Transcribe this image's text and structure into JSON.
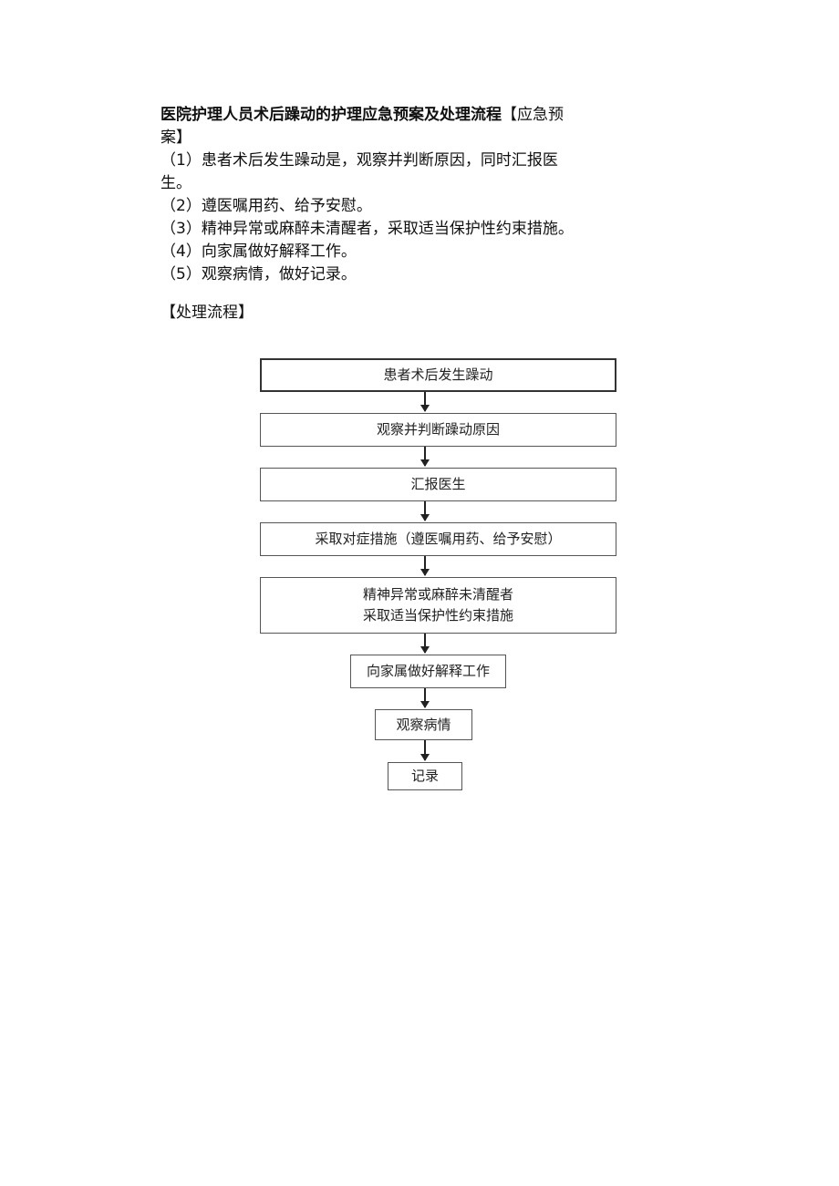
{
  "document": {
    "title_bold": "医院护理人员术后躁动的护理应急预案及处理流程",
    "title_tail_line1": "【应急预",
    "title_tail_line2": "案】",
    "items": [
      "（1）患者术后发生躁动是，观察并判断原因，同时汇报医",
      "生。",
      "（2）遵医嘱用药、给予安慰。",
      "（3）精神异常或麻醉未清醒者，采取适当保护性约束措施。",
      "（4）向家属做好解释工作。",
      "（5）观察病情，做好记录。"
    ],
    "section_heading": "【处理流程】"
  },
  "flowchart": {
    "steps": [
      {
        "lines": [
          "患者术后发生躁动"
        ]
      },
      {
        "lines": [
          "观察并判断躁动原因"
        ]
      },
      {
        "lines": [
          "汇报医生"
        ]
      },
      {
        "lines": [
          "采取对症措施（遵医嘱用药、给予安慰）"
        ]
      },
      {
        "lines": [
          "精神异常或麻醉未清醒者",
          "采取适当保护性约束措施"
        ]
      },
      {
        "lines": [
          "向家属做好解释工作"
        ]
      },
      {
        "lines": [
          "观察病情"
        ]
      },
      {
        "lines": [
          "记录"
        ]
      }
    ]
  }
}
